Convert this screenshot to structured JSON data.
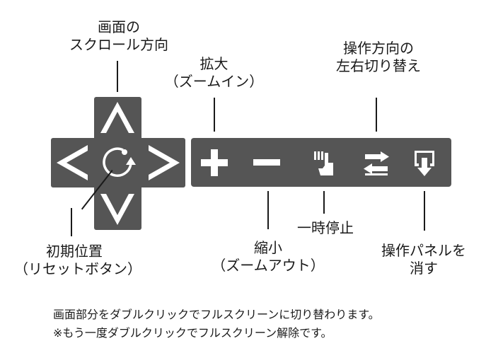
{
  "labels": {
    "scroll": [
      "画面の",
      "スクロール方向"
    ],
    "zoom_in": [
      "拡大",
      "（ズームイン）"
    ],
    "switch_direction": [
      "操作方向の",
      "左右切り替え"
    ],
    "reset": [
      "初期位置",
      "（リセットボタン）"
    ],
    "zoom_out": [
      "縮小",
      "（ズームアウト）"
    ],
    "pause": "一時停止",
    "hide_panel": [
      "操作パネルを",
      "消す"
    ]
  },
  "notes": [
    "画面部分をダブルクリックでフルスクリーンに切り替わります。",
    "※もう一度ダブルクリックでフルスクリーン解除です。"
  ],
  "colors": {
    "panel": "#555555",
    "icon": "#ffffff",
    "text": "#1a1a1a"
  },
  "icons": [
    "arrow-up-icon",
    "arrow-down-icon",
    "arrow-left-icon",
    "arrow-right-icon",
    "reset-icon",
    "plus-icon",
    "minus-icon",
    "pause-hand-icon",
    "swap-direction-icon",
    "hide-panel-icon"
  ]
}
